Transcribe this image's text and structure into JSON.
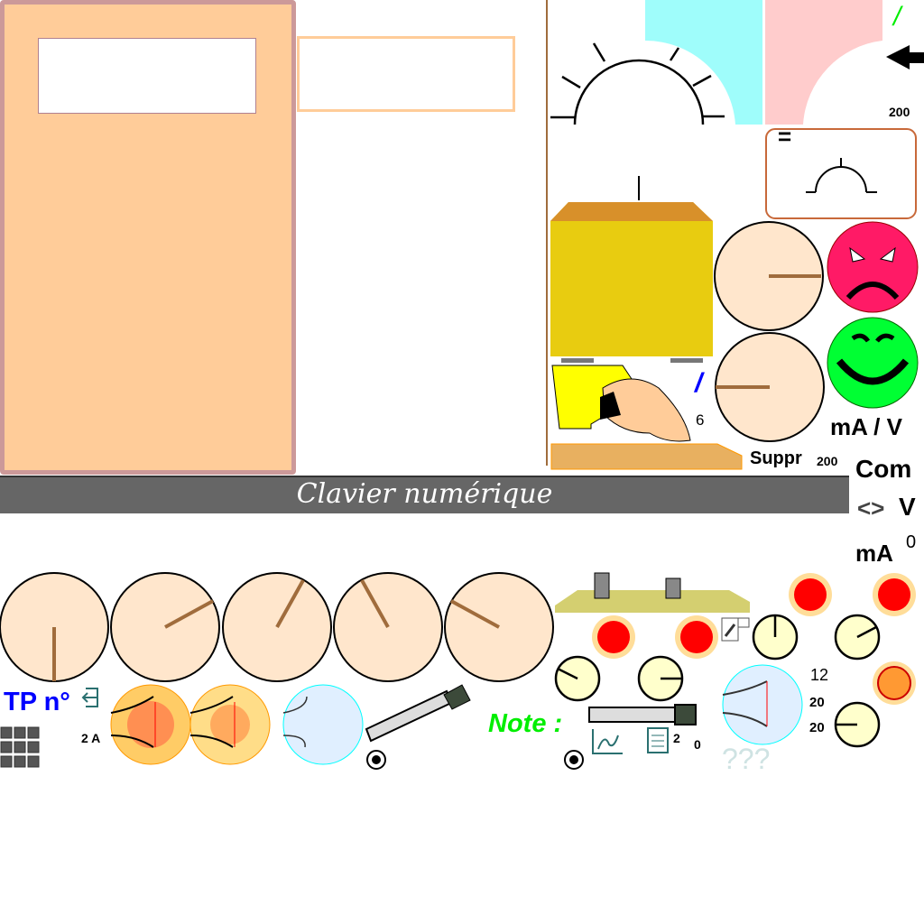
{
  "banner": {
    "title": "Clavier numérique"
  },
  "labels": {
    "ma_v": "mA / V",
    "com": "Com",
    "v": "V",
    "ma": "mA",
    "ma_value": "0",
    "suppr": "Suppr",
    "suppr_value": "200",
    "top_value": "200",
    "slash_green": "/",
    "slash_blue": "/",
    "six": "6",
    "tp_label": "TP n°",
    "fuse": "2 A",
    "note": "Note :",
    "count_2": "2",
    "count_0": "0",
    "n12": "12",
    "n20a": "20",
    "n20b": "20",
    "help": "???",
    "equals": "="
  },
  "colors": {
    "banner": "#666666",
    "panel": "#ffcc99",
    "panel_border": "#cc9999",
    "accent_blue": "#0000ff",
    "accent_green": "#00ee00"
  }
}
